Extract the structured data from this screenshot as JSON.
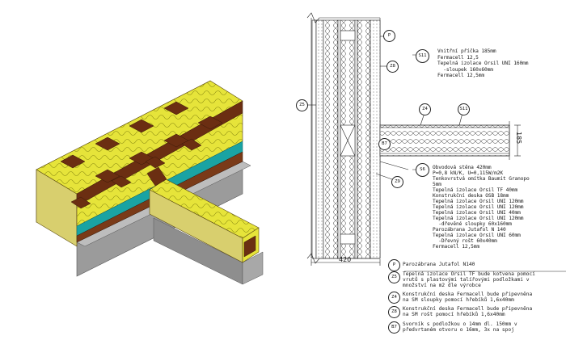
{
  "colors": {
    "insulation": "#e6e43a",
    "timber": "#6b2e12",
    "fiberboard": "#c9b86a",
    "membrane": "#1aa3a3",
    "concrete": "#9b9b9b"
  },
  "section_tags": {
    "p": "P",
    "z8": "Z8",
    "s11_top": "S11",
    "z5": "Z5",
    "z4": "Z4",
    "s11_mid": "S11",
    "s6": "S6",
    "b7": "B7",
    "z9": "Z9"
  },
  "dimensions": {
    "wall_width": "420",
    "partition_width": "185"
  },
  "annotation_s11": {
    "tag": "S11",
    "lines": [
      "Vnitřní příčka 185mm",
      "Fermacell 12,5",
      "Tepelná izolace Orsil UNI 160mm",
      "  -sloupek 160x60mm",
      "Fermacell 12,5mm"
    ]
  },
  "annotation_s6": {
    "tag": "S6",
    "lines": [
      "Obvodová stěna 420mm",
      "P=0,8 kN/K, U=0,115W/m2K",
      "Tenkovrstvá omítka Baumit Granopo",
      "5mm",
      "Tepelná izolace Orsil TF 40mm",
      "Konstrukční deska OSB 18mm",
      "Tepelná izolace Orsil UNI 120mm",
      "Tepelná izolace Orsil UNI 120mm",
      "Tepelná izolace Orsil UNI 40mm",
      "Tepelná izolace Orsil UNI 120mm",
      "  -dřevěné sloupky 60x160mm",
      "Parozábrana Jutafol N 140",
      "Tepelná izolace Orsil UNI 60mm",
      "  -Dřevný rošt 60x40mm",
      "Fermacell 12,5mm"
    ]
  },
  "legend": [
    {
      "tag": "P",
      "lines": [
        "Parozábrana Jutafol N140"
      ]
    },
    {
      "tag": "Z5",
      "lines": [
        "Tepelná izolace Orsil TF bude kotvena pomocí",
        "vrutů s plastovými talířovými podložkami v",
        "množství na m2 dle výrobce"
      ]
    },
    {
      "tag": "Z4",
      "lines": [
        "Konstrukční deska Fermacell bude připevněna",
        "na SM sloupky pomocí hřebíků 1,6x40mm"
      ]
    },
    {
      "tag": "Z8",
      "lines": [
        "Konstrukční deska Fermacell bude připevněna",
        "na SM rošt pomocí hřebíků 1,6x40mm"
      ]
    },
    {
      "tag": "B7",
      "lines": [
        "Svorník s podložkou o 14mm dl. 150mm v",
        "předvrtaném otvoru o 16mm, 3x na spoj"
      ]
    }
  ]
}
